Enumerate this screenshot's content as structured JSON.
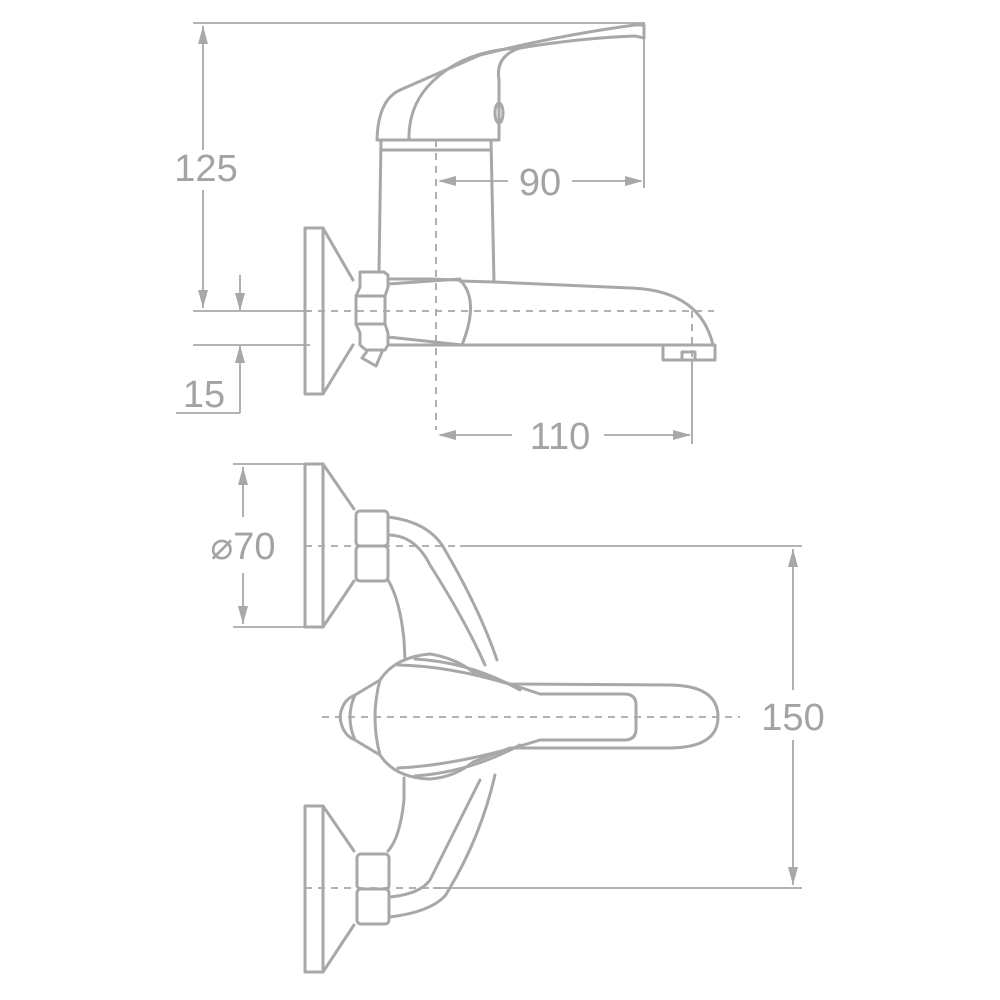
{
  "figure": {
    "title": "Wall-mounted single-lever mixer tap — technical drawing",
    "line_color": "#a8a8a8",
    "text_color": "#a3a3a3",
    "background": "#ffffff",
    "units": "mm"
  },
  "side_view": {
    "dimensions": {
      "height": "125",
      "handle_reach": "90",
      "pipe_offset": "15",
      "spout_reach": "110"
    }
  },
  "top_view": {
    "dimensions": {
      "flange_diameter": "⌀70",
      "inlet_spacing": "150"
    }
  }
}
